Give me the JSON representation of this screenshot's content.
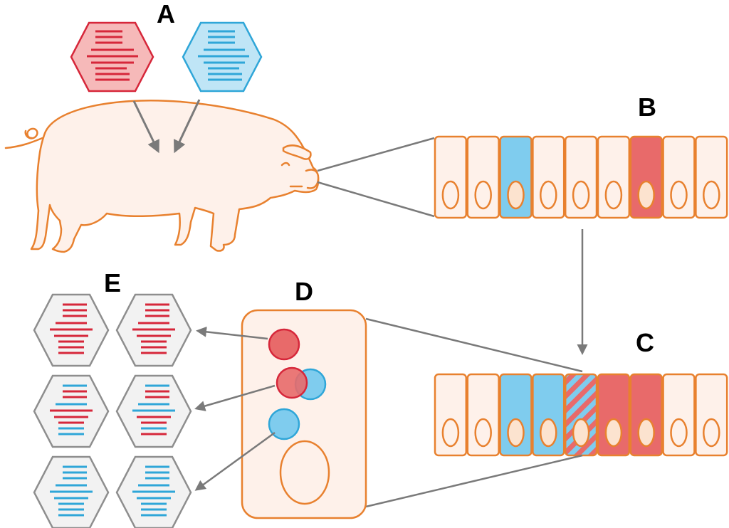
{
  "labels": {
    "a": "A",
    "b": "B",
    "c": "C",
    "d": "D",
    "e": "E"
  },
  "colors": {
    "outline_orange": "#E8812F",
    "cell_fill": "#FEF1EA",
    "red": "#D6273A",
    "red_fill": "#E86A6A",
    "blue": "#2FA6D8",
    "blue_fill": "#7FCCEE",
    "arrow_gray": "#7A7A7A",
    "hex_gray": "#8E8E8E",
    "hex_fill": "#F2F2F2"
  },
  "icons": {
    "pig": "pig-icon",
    "virus_red": "red-hexagon-virus-icon",
    "virus_blue": "blue-hexagon-virus-icon"
  },
  "tissue_b": [
    "normal",
    "normal",
    "blue",
    "normal",
    "normal",
    "normal",
    "red",
    "normal",
    "normal"
  ],
  "tissue_c": [
    "normal",
    "normal",
    "blue",
    "blue",
    "mixed",
    "red",
    "red",
    "normal",
    "normal"
  ],
  "progeny": [
    "red",
    "red",
    "red-mixed",
    "mixed",
    "blue",
    "blue"
  ]
}
